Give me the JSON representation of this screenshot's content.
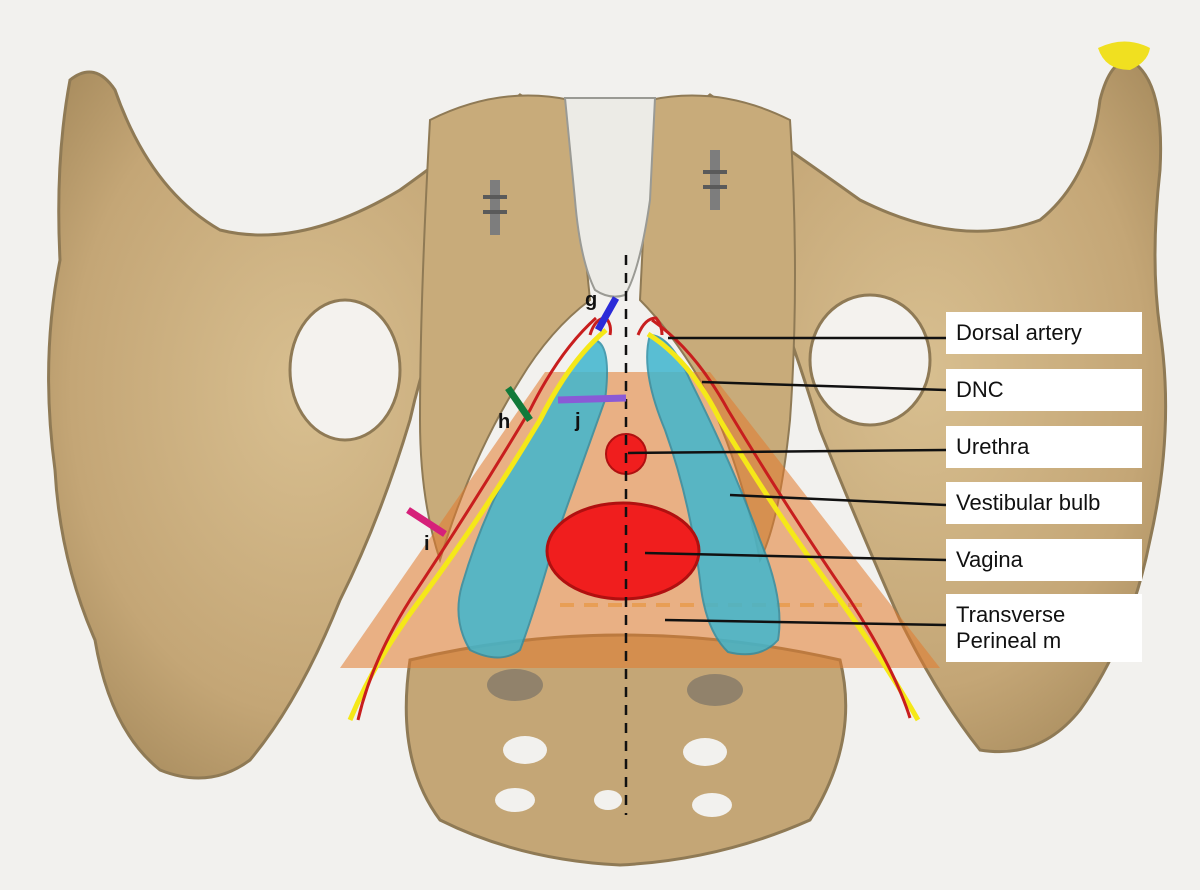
{
  "labels": {
    "dorsal_artery": "Dorsal artery",
    "dnc": "DNC",
    "urethra": "Urethra",
    "vestibular_bulb": "Vestibular bulb",
    "vagina": "Vagina",
    "transverse_perineal_line1": "Transverse",
    "transverse_perineal_line2": "Perineal m"
  },
  "markers": {
    "g": "g",
    "h": "h",
    "i": "i",
    "j": "j"
  },
  "colors": {
    "bone": "#c9ad7d",
    "bone_shadow": "#8f7a55",
    "perineal_membrane": "#e27a2e",
    "vestibular_bulb": "#3fb6cf",
    "vagina_urethra": "#f01e1e",
    "nerve": "#f5e818",
    "artery": "#c81e1e",
    "marker_g": "#2b2bd8",
    "marker_h": "#117a3a",
    "marker_i": "#d6207a",
    "marker_j": "#8a5ad6"
  }
}
